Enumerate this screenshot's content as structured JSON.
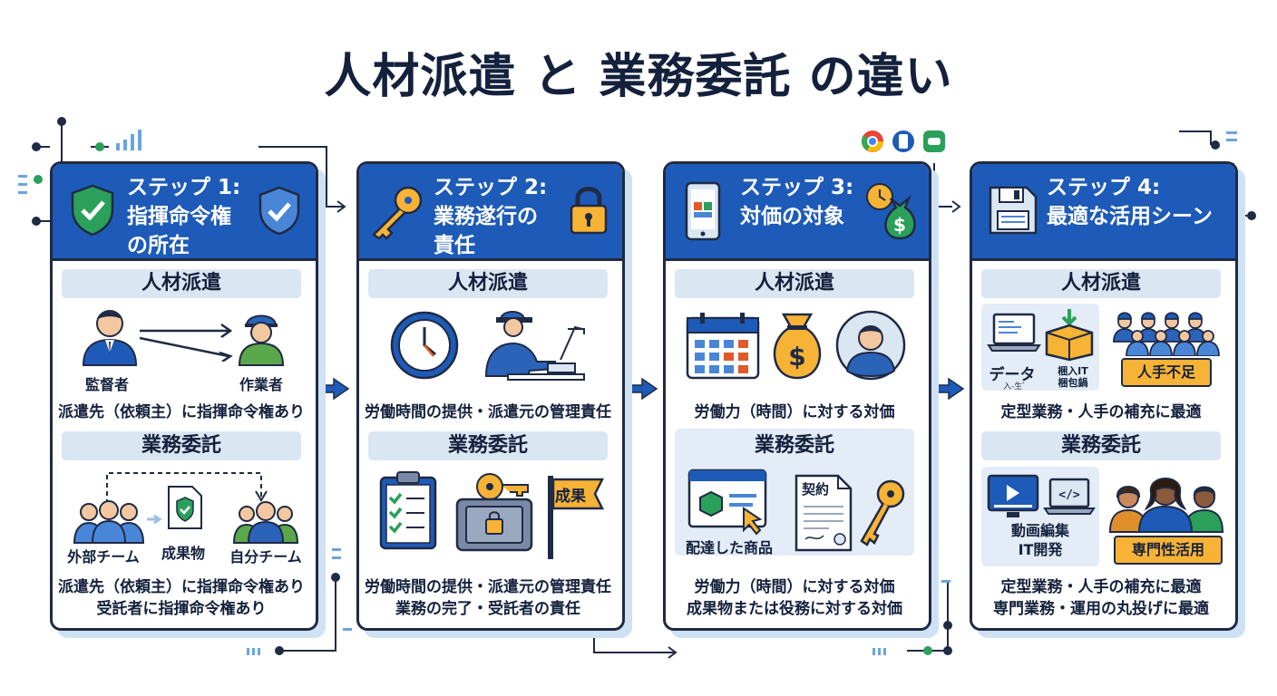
{
  "title": "人材派遣 と 業務委託 の違い",
  "colors": {
    "header_blue": "#1e5bb8",
    "panel_blue": "#dbe6f3",
    "accent_orange": "#f6b335",
    "outline": "#1f2a44",
    "shadow": "#cfe1f4"
  },
  "steps": [
    {
      "header": "ステップ 1:\n指揮命令権\nの所在",
      "header_icons": [
        "shield-check-icon",
        "shield-check-icon"
      ],
      "haken_label": "人材派遣",
      "haken_items": {
        "supervisor": "監督者",
        "worker": "作業者"
      },
      "haken_caption": "派遣先（依頼主）に指揮命令権あり",
      "itaku_label": "業務委託",
      "itaku_items": {
        "outside_team": "外部チーム",
        "deliverable": "成果物",
        "own_team": "自分チーム"
      },
      "summary": [
        "派遣先（依頼主）に指揮命令権あり",
        "受託者に指揮命令権あり"
      ]
    },
    {
      "header": "ステップ 2:\n業務遂行の\n責任",
      "header_icons": [
        "key-icon",
        "padlock-icon"
      ],
      "haken_label": "人材派遣",
      "haken_caption": "労働時間の提供・派遣元の管理責任",
      "itaku_label": "業務委託",
      "itaku_flag": "成果",
      "summary": [
        "労働時間の提供・派遣元の管理責任",
        "業務の完了・受託者の責任"
      ]
    },
    {
      "header": "ステップ 3:\n対価の対象",
      "header_icons": [
        "smartphone-icon",
        "money-bag-icon"
      ],
      "haken_label": "人材派遣",
      "haken_caption": "労働力（時間）に対する対価",
      "itaku_label": "業務委託",
      "itaku_items": {
        "delivered_goods": "配達した商品",
        "contract": "契約"
      },
      "summary": [
        "労働力（時間）に対する対価",
        "成果物または役務に対する対価"
      ]
    },
    {
      "header": "ステップ 4:\n最適な活用シーン",
      "header_icons": [
        "floppy-disk-icon"
      ],
      "haken_label": "人材派遣",
      "haken_items": {
        "data": "データ",
        "data_sub": "入-生ﾟ",
        "packing": "梱入IT\n梱包鍋",
        "shortage": "人手不足"
      },
      "haken_caption": "定型業務・人手の補充に最適",
      "itaku_label": "業務委託",
      "itaku_items": {
        "video": "動画編集\nIT開発",
        "specialty": "専門性活用"
      },
      "summary": [
        "定型業務・人手の補充に最適",
        "専門業務・運用の丸投げに最適"
      ]
    }
  ]
}
